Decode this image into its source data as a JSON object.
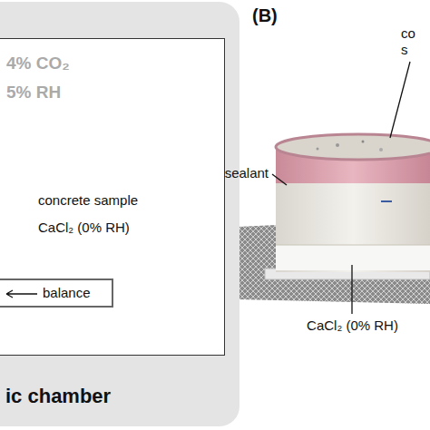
{
  "diagram": {
    "nodes": [
      {
        "text": [
          "ic chamber"
        ]
      },
      {
        "text": [
          "4% CO₂",
          "5% RH"
        ],
        "in": 0
      },
      {
        "text": [
          "balance"
        ],
        "in": 1
      }
    ],
    "labels": [
      "concrete sample",
      "CaCl₂ (0% RH)",
      "(B)",
      "sealant",
      "co s",
      "CaCl₂ (0% RH)"
    ]
  }
}
